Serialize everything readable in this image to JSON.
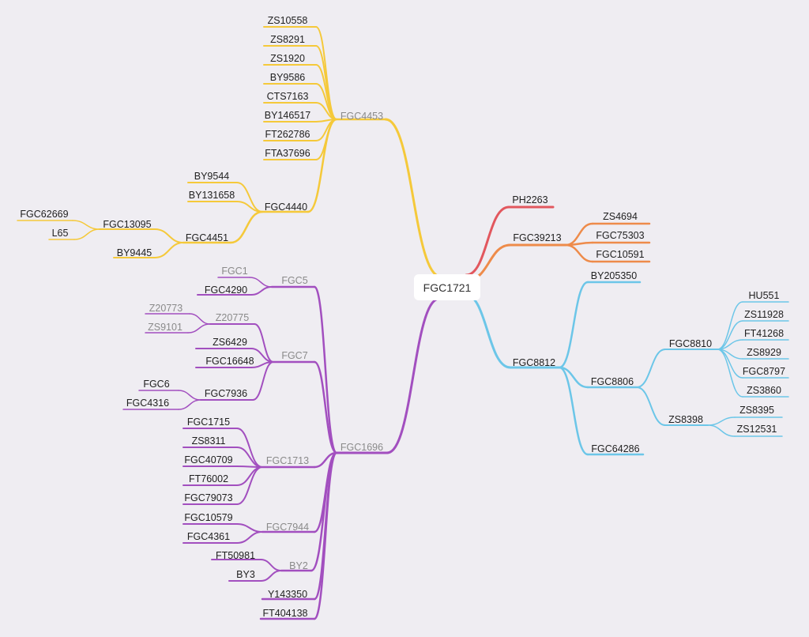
{
  "root": "FGC1721",
  "colors": {
    "yellow": "#f5c93a",
    "purple": "#a24fbf",
    "red": "#e2575e",
    "orange": "#ee8b4a",
    "blue": "#6cc6e8"
  },
  "branches": {
    "fgc4453": {
      "label": "FGC4453",
      "children": [
        "ZS10558",
        "ZS8291",
        "ZS1920",
        "BY9586",
        "CTS7163",
        "BY146517",
        "FT262786",
        "FTA37696"
      ]
    },
    "fgc4440": {
      "label": "FGC4440",
      "children": [
        "BY9544",
        "BY131658"
      ]
    },
    "fgc4451": {
      "label": "FGC4451",
      "by9445": "BY9445"
    },
    "fgc13095": {
      "label": "FGC13095",
      "children": [
        "FGC62669",
        "L65"
      ]
    },
    "ph2263": {
      "label": "PH2263"
    },
    "fgc39213": {
      "label": "FGC39213",
      "children": [
        "ZS4694",
        "FGC75303",
        "FGC10591"
      ]
    },
    "fgc8812": {
      "label": "FGC8812",
      "by205350": "BY205350",
      "fgc64286": "FGC64286"
    },
    "fgc8806": {
      "label": "FGC8806"
    },
    "fgc8810": {
      "label": "FGC8810",
      "children": [
        "HU551",
        "ZS11928",
        "FT41268",
        "ZS8929",
        "FGC8797",
        "ZS3860"
      ]
    },
    "zs8398": {
      "label": "ZS8398",
      "children": [
        "ZS8395",
        "ZS12531"
      ]
    },
    "fgc1696": {
      "label": "FGC1696",
      "y143350": "Y143350",
      "ft404138": "FT404138"
    },
    "fgc5": {
      "label": "FGC5",
      "children": [
        "FGC1",
        "FGC4290"
      ]
    },
    "fgc7": {
      "label": "FGC7",
      "children": [
        "ZS6429",
        "FGC16648"
      ]
    },
    "z20775": {
      "label": "Z20775",
      "children": [
        "Z20773",
        "ZS9101"
      ]
    },
    "fgc7936": {
      "label": "FGC7936",
      "children": [
        "FGC6",
        "FGC4316"
      ]
    },
    "fgc1713": {
      "label": "FGC1713",
      "children": [
        "FGC1715",
        "ZS8311",
        "FGC40709",
        "FT76002",
        "FGC79073"
      ]
    },
    "fgc7944": {
      "label": "FGC7944",
      "children": [
        "FGC10579",
        "FGC4361"
      ]
    },
    "by2": {
      "label": "BY2",
      "children": [
        "FT50981",
        "BY3"
      ]
    }
  }
}
